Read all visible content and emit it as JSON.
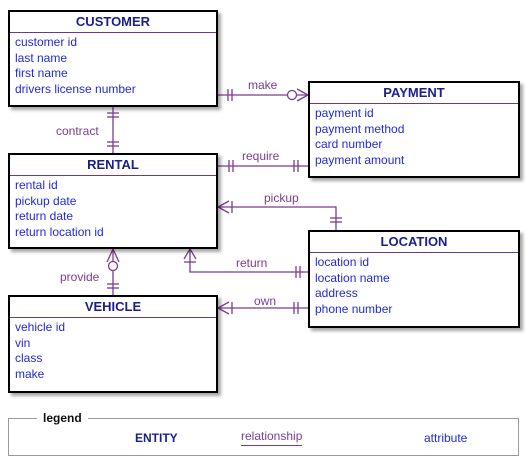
{
  "entities": {
    "customer": {
      "title": "CUSTOMER",
      "attributes": [
        "customer id",
        "last name",
        "first name",
        "drivers license number"
      ]
    },
    "payment": {
      "title": "PAYMENT",
      "attributes": [
        "payment id",
        "payment method",
        "card number",
        "payment amount"
      ]
    },
    "rental": {
      "title": "RENTAL",
      "attributes": [
        "rental id",
        "pickup date",
        "return date",
        "return location id"
      ]
    },
    "location": {
      "title": "LOCATION",
      "attributes": [
        "location id",
        "location name",
        "address",
        "phone number"
      ]
    },
    "vehicle": {
      "title": "VEHICLE",
      "attributes": [
        "vehicle id",
        "vin",
        "class",
        "make"
      ]
    }
  },
  "relationships": {
    "make": "make",
    "contract": "contract",
    "require": "require",
    "pickup": "pickup",
    "return": "return",
    "provide": "provide",
    "own": "own"
  },
  "legend": {
    "title": "legend",
    "entity": "ENTITY",
    "relationship": "relationship",
    "attribute": "attribute"
  },
  "colors": {
    "entity_title": "#1a1f8a",
    "attribute": "#1f2ad6",
    "relationship": "#7a3d8f"
  }
}
